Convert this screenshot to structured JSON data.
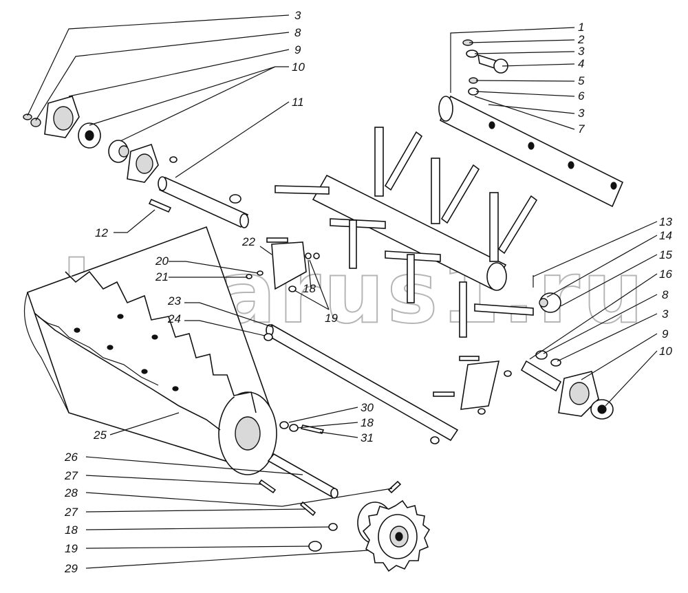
{
  "watermark": "belarus1.ru",
  "callouts": [
    {
      "label": "3"
    },
    {
      "label": "8"
    },
    {
      "label": "9"
    },
    {
      "label": "10"
    },
    {
      "label": "11"
    },
    {
      "label": "12"
    },
    {
      "label": "1"
    },
    {
      "label": "2"
    },
    {
      "label": "3"
    },
    {
      "label": "4"
    },
    {
      "label": "5"
    },
    {
      "label": "6"
    },
    {
      "label": "3"
    },
    {
      "label": "7"
    },
    {
      "label": "22"
    },
    {
      "label": "20"
    },
    {
      "label": "21"
    },
    {
      "label": "18"
    },
    {
      "label": "19"
    },
    {
      "label": "23"
    },
    {
      "label": "24"
    },
    {
      "label": "13"
    },
    {
      "label": "14"
    },
    {
      "label": "15"
    },
    {
      "label": "16"
    },
    {
      "label": "8"
    },
    {
      "label": "3"
    },
    {
      "label": "9"
    },
    {
      "label": "10"
    },
    {
      "label": "30"
    },
    {
      "label": "18"
    },
    {
      "label": "31"
    },
    {
      "label": "25"
    },
    {
      "label": "26"
    },
    {
      "label": "27"
    },
    {
      "label": "28"
    },
    {
      "label": "27"
    },
    {
      "label": "18"
    },
    {
      "label": "19"
    },
    {
      "label": "29"
    }
  ]
}
